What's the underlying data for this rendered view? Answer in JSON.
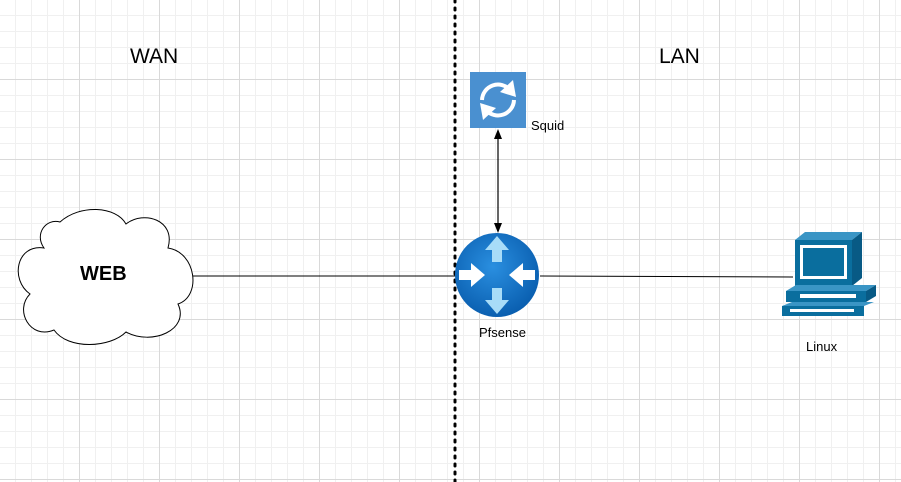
{
  "zones": {
    "left": "WAN",
    "right": "LAN"
  },
  "nodes": {
    "web": {
      "label": "WEB",
      "icon": "cloud-icon"
    },
    "squid": {
      "label": "Squid",
      "icon": "sync-icon",
      "color": "#4a90d0"
    },
    "pfsense": {
      "label": "Pfsense",
      "icon": "router-icon",
      "color": "#0a6ec4"
    },
    "linux": {
      "label": "Linux",
      "icon": "workstation-icon",
      "color": "#0a6e9e"
    }
  }
}
